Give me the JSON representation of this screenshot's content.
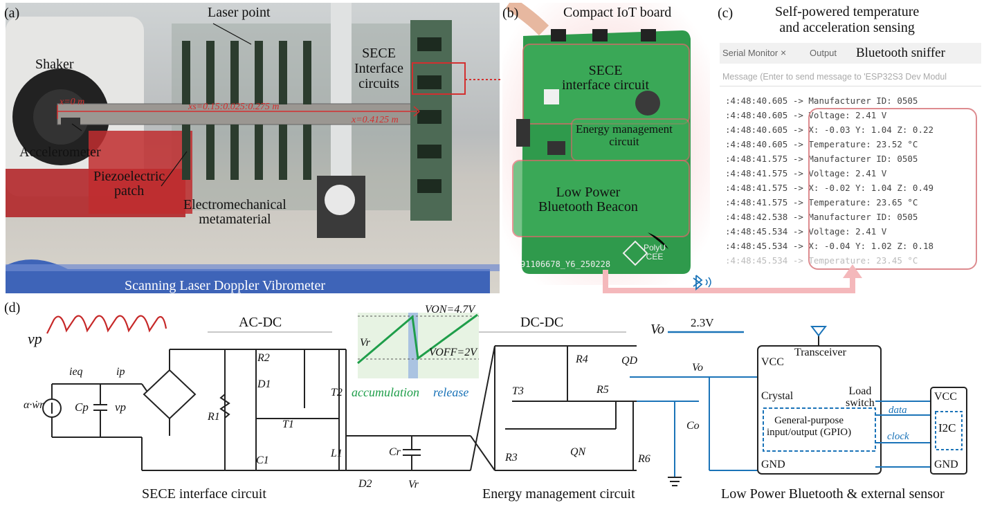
{
  "panels": {
    "a": {
      "label": "(a)",
      "shaker": "Shaker",
      "laser_point": "Laser point",
      "sece": "SECE\nInterface\ncircuits",
      "accelerometer": "Accelerometer",
      "piezo": "Piezoelectric\npatch",
      "metamaterial": "Electromechanical\nmetamaterial",
      "vibrometer": "Scanning Laser Doppler Vibrometer",
      "x0": "x=0 m",
      "xs": "xs=0.15:0.025:0.275 m",
      "xend": "x=0.4125 m"
    },
    "b": {
      "label": "(b)",
      "title": "Compact IoT board",
      "sece": "SECE\ninterface circuit",
      "energy": "Energy management\ncircuit",
      "ble": "Low Power\nBluetooth Beacon",
      "silk_id": "91106678_Y6_250228",
      "logo": "PolyU\nCEE"
    },
    "c": {
      "label": "(c)",
      "title": "Self-powered temperature\nand acceleration sensing",
      "tab1": "Serial Monitor",
      "tab_close": "×",
      "tab2": "Output",
      "sniffer": "Bluetooth sniffer",
      "input_hint": "Message (Enter to send message to 'ESP32S3 Dev Modul",
      "lines": [
        ":4:48:40.605 -> Manufacturer ID: 0505",
        ":4:48:40.605 -> Voltage: 2.41 V",
        ":4:48:40.605 -> X: -0.03 Y: 1.04 Z: 0.22",
        ":4:48:40.605 -> Temperature: 23.52 °C",
        ":4:48:41.575 -> Manufacturer ID: 0505",
        ":4:48:41.575 -> Voltage: 2.41 V",
        ":4:48:41.575 -> X: -0.02 Y: 1.04 Z: 0.49",
        ":4:48:41.575 -> Temperature: 23.65 °C",
        ":4:48:42.538 -> Manufacturer ID: 0505",
        ":4:48:45.534 -> Voltage: 2.41 V",
        ":4:48:45.534 -> X: -0.04 Y: 1.02 Z: 0.18",
        ":4:48:45.534 -> Temperature: 23.45 °C"
      ]
    },
    "d": {
      "label": "(d)",
      "vp": "vp",
      "ac_dc": "AC-DC",
      "dc_dc": "DC-DC",
      "von": "VON=4.7V",
      "voff": "VOFF=2V",
      "vr_inset": "Vr",
      "accumulation": "accumulation",
      "release": "release",
      "vo_wave": "Vo",
      "vo_value": "2.3V",
      "ieq": "ieq",
      "ip": "ip",
      "source": "α·ẇr",
      "cp": "Cp",
      "vp_node": "vp",
      "r1": "R1",
      "r2": "R2",
      "d1": "D1",
      "t1": "T1",
      "c1": "C1",
      "t2": "T2",
      "l1": "L1",
      "d2": "D2",
      "cr": "Cr",
      "vr": "Vr",
      "r4": "R4",
      "t3": "T3",
      "r5": "R5",
      "r3": "R3",
      "qn": "QN",
      "r6": "R6",
      "qd": "QD",
      "vo": "Vo",
      "co": "Co",
      "transceiver": "Transceiver",
      "vcc": "VCC",
      "crystal": "Crystal",
      "load_switch": "Load\nswitch",
      "gpio": "General-purpose\ninput/output (GPIO)",
      "gnd": "GND",
      "data": "data",
      "clock": "clock",
      "i2c": "I2C",
      "vcc2": "VCC",
      "gnd2": "GND",
      "cap_sece": "SECE interface circuit",
      "cap_energy": "Energy management circuit",
      "cap_ble": "Low Power Bluetooth & external sensor"
    }
  },
  "colors": {
    "red_wire": "#d32f2f",
    "green": "#1f9e4a",
    "blue": "#1a73b8",
    "pink": "#f4b8bb"
  }
}
